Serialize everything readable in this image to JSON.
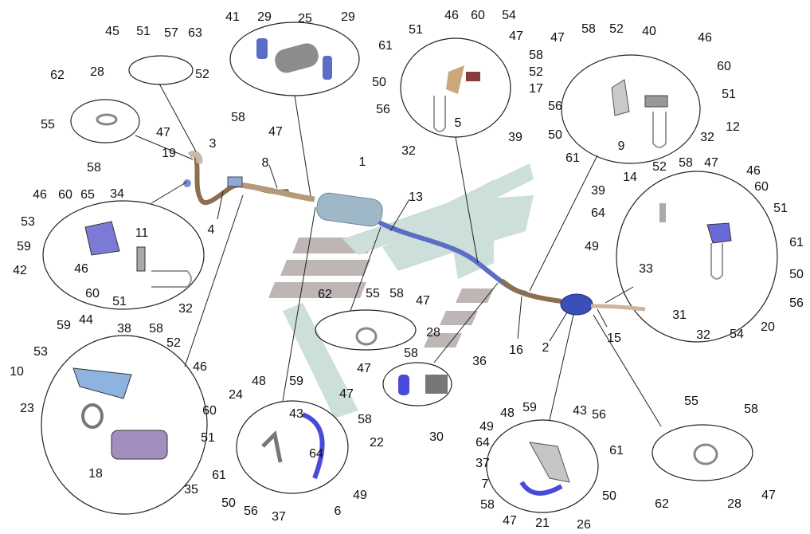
{
  "diagram": {
    "type": "exploded-parts-diagram",
    "colors": {
      "background": "#ffffff",
      "line": "#222222",
      "pipe": "#8c6f4f",
      "pipe_blue": "#5a6fc4",
      "muffler": "#9fb8c8",
      "bracket_blue": "#5b5bd6",
      "watermark_teal": "#c7dcd7",
      "watermark_gray": "#b8aeae"
    },
    "detail_groups": [
      {
        "id": "clamp-top-left",
        "labels": [
          "45",
          "51",
          "57",
          "63"
        ]
      },
      {
        "id": "ring-28-top-left",
        "labels": [
          "62",
          "28",
          "55",
          "47",
          "58"
        ]
      },
      {
        "id": "sleeve-25",
        "labels": [
          "41",
          "29",
          "25",
          "29",
          "52",
          "58",
          "47"
        ]
      },
      {
        "id": "bracket-5",
        "labels": [
          "46",
          "60",
          "54",
          "51",
          "47",
          "61",
          "58",
          "50",
          "52",
          "17",
          "56",
          "5",
          "39",
          "32"
        ]
      },
      {
        "id": "bracket-9-12",
        "labels": [
          "47",
          "58",
          "52",
          "40",
          "46",
          "60",
          "51",
          "56",
          "50",
          "12",
          "61",
          "9",
          "32"
        ]
      },
      {
        "id": "bracket-11",
        "labels": [
          "46",
          "60",
          "65",
          "34",
          "53",
          "59",
          "42",
          "11",
          "46",
          "60",
          "51",
          "32"
        ]
      },
      {
        "id": "bracket-20",
        "labels": [
          "14",
          "52",
          "58",
          "47",
          "46",
          "39",
          "60",
          "64",
          "51",
          "49",
          "61",
          "33",
          "50",
          "31",
          "56",
          "32",
          "54",
          "20"
        ]
      },
      {
        "id": "ring-28-center",
        "labels": [
          "62",
          "55",
          "58",
          "47",
          "28"
        ]
      },
      {
        "id": "flange-30",
        "labels": [
          "58",
          "47",
          "36",
          "30"
        ]
      },
      {
        "id": "bracket-18",
        "labels": [
          "59",
          "44",
          "38",
          "58",
          "52",
          "53",
          "10",
          "46",
          "23",
          "60",
          "51",
          "18",
          "35"
        ]
      },
      {
        "id": "bracket-6",
        "labels": [
          "48",
          "59",
          "24",
          "43",
          "47",
          "58",
          "22",
          "64",
          "61",
          "50",
          "56",
          "37",
          "49",
          "6"
        ]
      },
      {
        "id": "clamp-21",
        "labels": [
          "48",
          "59",
          "43",
          "56",
          "49",
          "64",
          "61",
          "37",
          "7",
          "50",
          "58",
          "47",
          "21",
          "26"
        ]
      },
      {
        "id": "ring-28-right",
        "labels": [
          "55",
          "58",
          "62",
          "28",
          "47"
        ]
      }
    ],
    "main_assembly_labels": [
      "1",
      "2",
      "3",
      "4",
      "8",
      "13",
      "15",
      "16",
      "19"
    ],
    "callouts": [
      {
        "t": "45"
      },
      {
        "t": "51"
      },
      {
        "t": "57"
      },
      {
        "t": "63"
      },
      {
        "t": "41"
      },
      {
        "t": "29"
      },
      {
        "t": "25"
      },
      {
        "t": "29"
      },
      {
        "t": "52"
      },
      {
        "t": "58"
      },
      {
        "t": "47"
      },
      {
        "t": "46"
      },
      {
        "t": "60"
      },
      {
        "t": "54"
      },
      {
        "t": "51"
      },
      {
        "t": "47"
      },
      {
        "t": "61"
      },
      {
        "t": "58"
      },
      {
        "t": "50"
      },
      {
        "t": "52"
      },
      {
        "t": "17"
      },
      {
        "t": "56"
      },
      {
        "t": "5"
      },
      {
        "t": "39"
      },
      {
        "t": "32"
      },
      {
        "t": "47"
      },
      {
        "t": "58"
      },
      {
        "t": "52"
      },
      {
        "t": "40"
      },
      {
        "t": "46"
      },
      {
        "t": "60"
      },
      {
        "t": "51"
      },
      {
        "t": "56"
      },
      {
        "t": "50"
      },
      {
        "t": "12"
      },
      {
        "t": "61"
      },
      {
        "t": "9"
      },
      {
        "t": "32"
      },
      {
        "t": "62"
      },
      {
        "t": "28"
      },
      {
        "t": "55"
      },
      {
        "t": "47"
      },
      {
        "t": "58"
      },
      {
        "t": "19"
      },
      {
        "t": "3"
      },
      {
        "t": "8"
      },
      {
        "t": "1"
      },
      {
        "t": "13"
      },
      {
        "t": "46"
      },
      {
        "t": "60"
      },
      {
        "t": "65"
      },
      {
        "t": "34"
      },
      {
        "t": "53"
      },
      {
        "t": "59"
      },
      {
        "t": "42"
      },
      {
        "t": "11"
      },
      {
        "t": "4"
      },
      {
        "t": "46"
      },
      {
        "t": "60"
      },
      {
        "t": "51"
      },
      {
        "t": "32"
      },
      {
        "t": "14"
      },
      {
        "t": "52"
      },
      {
        "t": "58"
      },
      {
        "t": "47"
      },
      {
        "t": "46"
      },
      {
        "t": "39"
      },
      {
        "t": "60"
      },
      {
        "t": "64"
      },
      {
        "t": "51"
      },
      {
        "t": "49"
      },
      {
        "t": "61"
      },
      {
        "t": "33"
      },
      {
        "t": "50"
      },
      {
        "t": "31"
      },
      {
        "t": "56"
      },
      {
        "t": "32"
      },
      {
        "t": "54"
      },
      {
        "t": "20"
      },
      {
        "t": "62"
      },
      {
        "t": "55"
      },
      {
        "t": "58"
      },
      {
        "t": "47"
      },
      {
        "t": "28"
      },
      {
        "t": "58"
      },
      {
        "t": "47"
      },
      {
        "t": "36"
      },
      {
        "t": "30"
      },
      {
        "t": "16"
      },
      {
        "t": "2"
      },
      {
        "t": "15"
      },
      {
        "t": "59"
      },
      {
        "t": "44"
      },
      {
        "t": "38"
      },
      {
        "t": "58"
      },
      {
        "t": "52"
      },
      {
        "t": "53"
      },
      {
        "t": "10"
      },
      {
        "t": "46"
      },
      {
        "t": "23"
      },
      {
        "t": "60"
      },
      {
        "t": "51"
      },
      {
        "t": "18"
      },
      {
        "t": "35"
      },
      {
        "t": "48"
      },
      {
        "t": "59"
      },
      {
        "t": "24"
      },
      {
        "t": "43"
      },
      {
        "t": "47"
      },
      {
        "t": "58"
      },
      {
        "t": "22"
      },
      {
        "t": "64"
      },
      {
        "t": "61"
      },
      {
        "t": "50"
      },
      {
        "t": "56"
      },
      {
        "t": "37"
      },
      {
        "t": "49"
      },
      {
        "t": "6"
      },
      {
        "t": "48"
      },
      {
        "t": "59"
      },
      {
        "t": "43"
      },
      {
        "t": "56"
      },
      {
        "t": "49"
      },
      {
        "t": "64"
      },
      {
        "t": "61"
      },
      {
        "t": "37"
      },
      {
        "t": "7"
      },
      {
        "t": "50"
      },
      {
        "t": "58"
      },
      {
        "t": "47"
      },
      {
        "t": "21"
      },
      {
        "t": "26"
      },
      {
        "t": "55"
      },
      {
        "t": "58"
      },
      {
        "t": "62"
      },
      {
        "t": "28"
      },
      {
        "t": "47"
      }
    ]
  }
}
